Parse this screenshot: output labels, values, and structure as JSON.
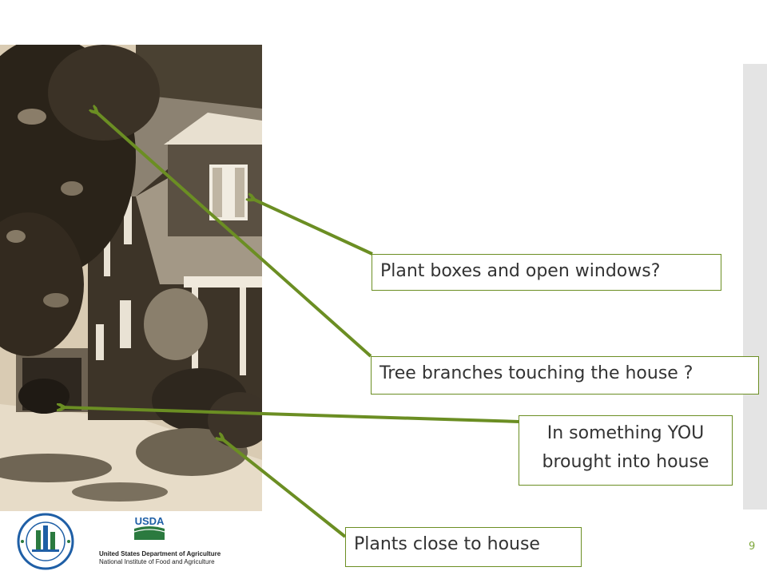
{
  "callouts": {
    "plant_boxes": "Plant boxes and open windows?",
    "tree_branches": "Tree branches touching the house ?",
    "brought_in_line1": "In something YOU",
    "brought_in_line2": "brought into house",
    "plants_close": "Plants close to house"
  },
  "page_number": "9",
  "logos": {
    "usda_wordmark": "USDA",
    "usda_name": "United States Department of Agriculture",
    "usda_institute": "National Institute of Food and Agriculture"
  },
  "colors": {
    "arrow": "#6b8e23",
    "callout_border": "#6b8e23",
    "page_number": "#7fa83c",
    "sidebar": "#e4e4e4",
    "photo_tone": "sepia"
  }
}
